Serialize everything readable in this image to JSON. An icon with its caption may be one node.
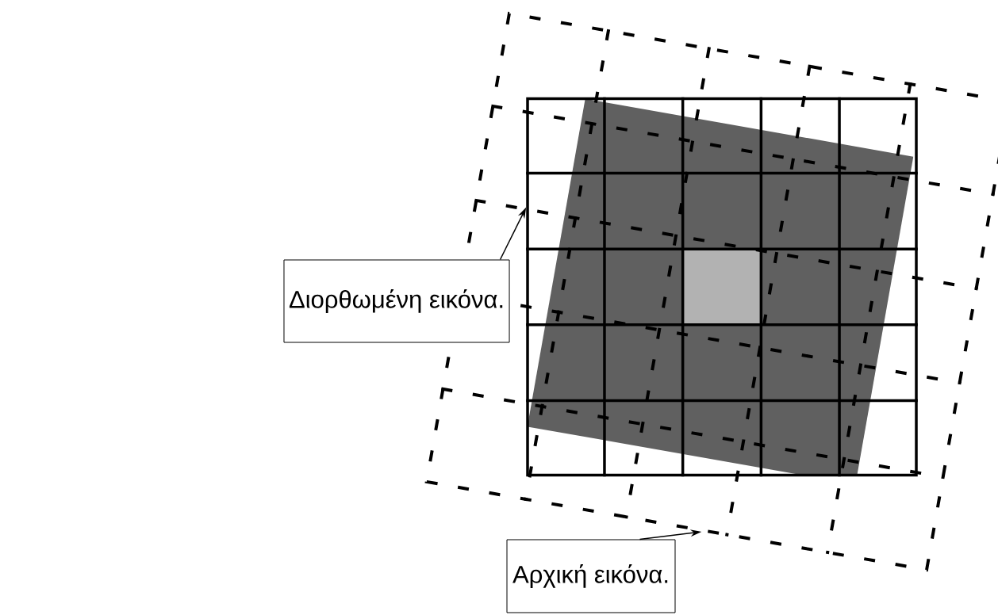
{
  "diagram": {
    "nodes": [
      {
        "text": [
          "Διορθωμένη εικόνα."
        ]
      },
      {
        "text": [],
        "shape": "box",
        "in": 3
      },
      {
        "text": [
          "Αρχική εικόνα."
        ]
      },
      {
        "text": [],
        "shape": "box"
      }
    ],
    "edges": [
      {
        "from": 0,
        "to": 1,
        "arrow": "to"
      },
      {
        "from": 2,
        "to": 3,
        "arrow": "to"
      }
    ]
  }
}
